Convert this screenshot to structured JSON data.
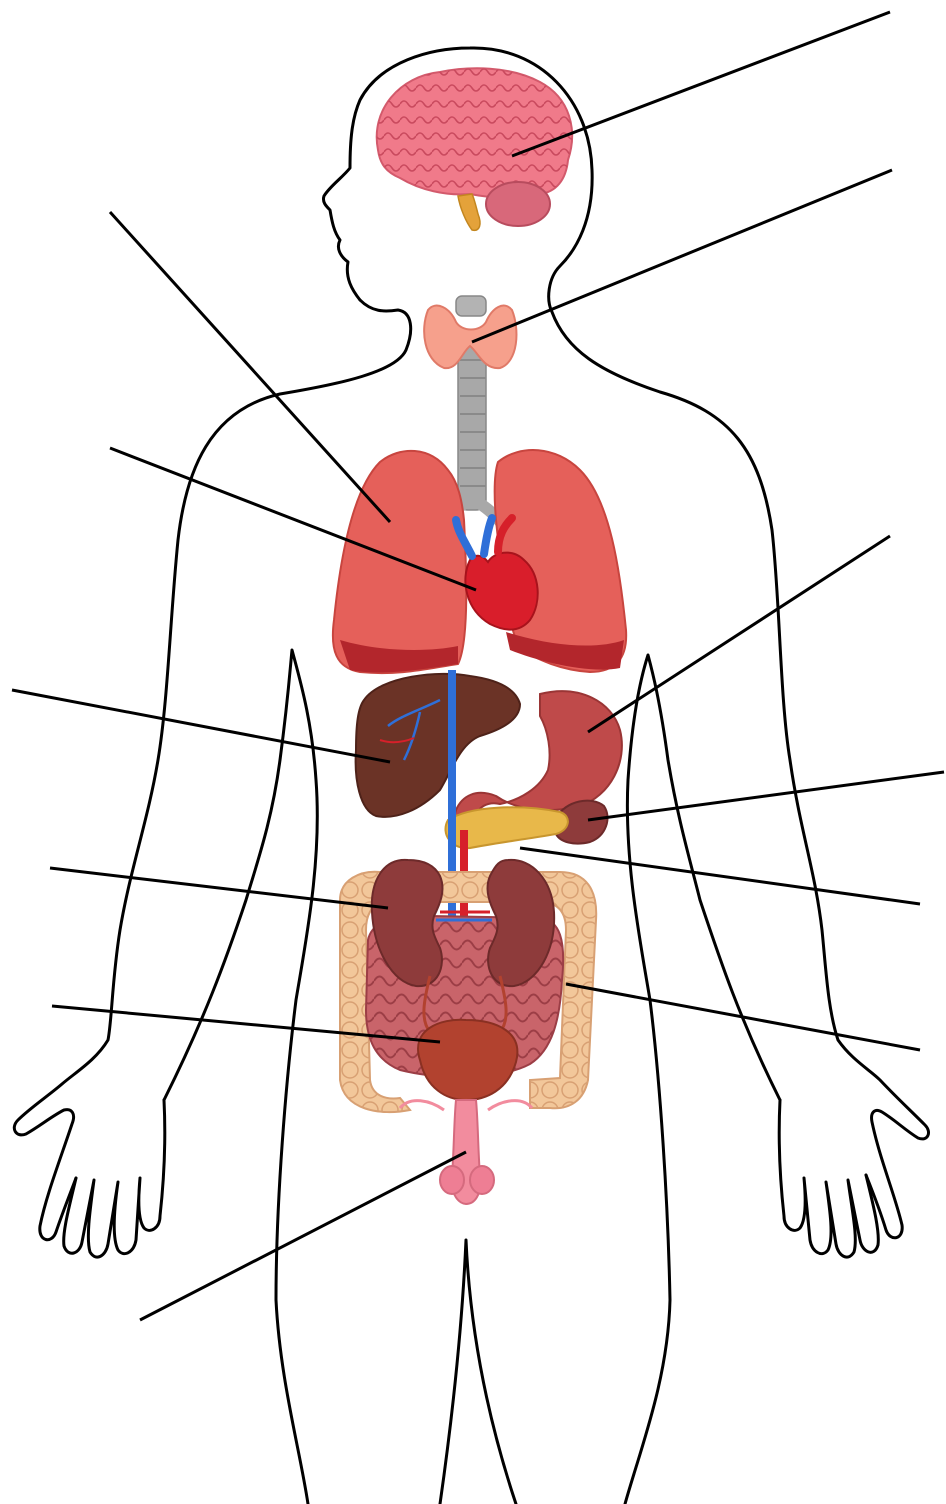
{
  "diagram": {
    "type": "labelling worksheet",
    "labels_printed": false,
    "organs": [
      {
        "id": "brain",
        "label": ""
      },
      {
        "id": "thyroid",
        "label": ""
      },
      {
        "id": "lungs",
        "label": ""
      },
      {
        "id": "heart",
        "label": ""
      },
      {
        "id": "stomach",
        "label": ""
      },
      {
        "id": "liver",
        "label": ""
      },
      {
        "id": "spleen",
        "label": ""
      },
      {
        "id": "pancreas",
        "label": ""
      },
      {
        "id": "kidneys",
        "label": ""
      },
      {
        "id": "intestines",
        "label": ""
      },
      {
        "id": "bladder",
        "label": ""
      },
      {
        "id": "reproductive",
        "label": ""
      }
    ],
    "colors": {
      "outline": "#000000",
      "brain": "#f07a8a",
      "thyroid": "#f6a08c",
      "trachea": "#a8a8a8",
      "lungs": "#e5605a",
      "heart": "#d91e2b",
      "liver": "#6b3326",
      "stomach": "#bf4a4a",
      "pancreas": "#e8b84a",
      "kidneys": "#8e3b3b",
      "intestines": "#c9646a",
      "large_intestine": "#f2c79a",
      "bladder": "#b2422f",
      "reproductive": "#f28c9e",
      "vein": "#2f6fd8",
      "artery": "#d6202a"
    }
  }
}
